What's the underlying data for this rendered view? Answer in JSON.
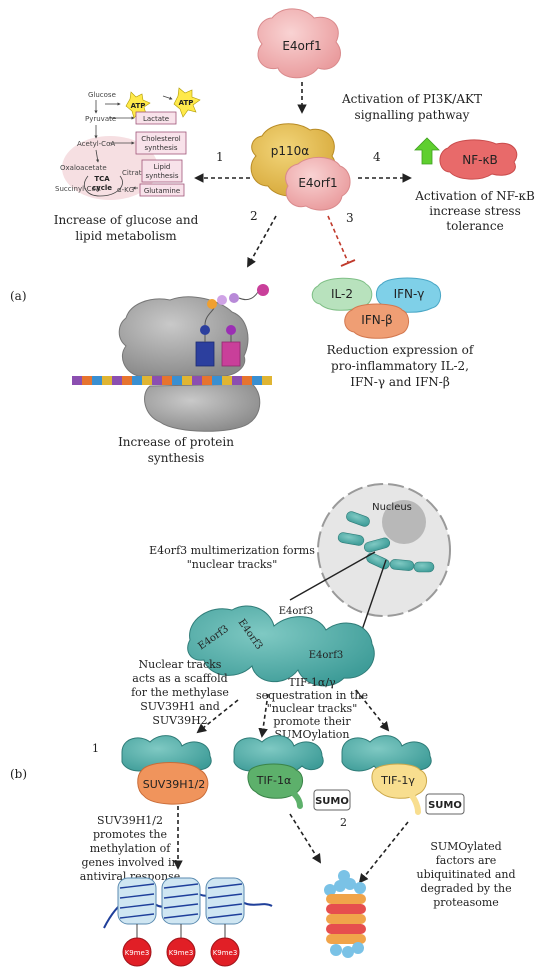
{
  "panel_a": {
    "label": "(a)",
    "e4orf1_top": "E4orf1",
    "pi3k_text": [
      "Activation of PI3K/AKT",
      "signalling pathway"
    ],
    "p110a": "p110α",
    "e4orf1_bound": "E4orf1",
    "num1": "1",
    "num2": "2",
    "num3": "3",
    "num4": "4",
    "nfkb": "NF-κB",
    "nfkb_text": [
      "Activation of NF-κB",
      "increase stress",
      "tolerance"
    ],
    "metabolism": {
      "glucose": "Glucose",
      "pyruvate": "Pyruvate",
      "acetyl": "Acetyl-CoA",
      "oxalo": "Oxaloacetate",
      "citrate": "Citrate",
      "succinyl": "Succinyl-CoA",
      "akg": "α-KG",
      "tca": [
        "TCA",
        "cycle"
      ],
      "atp": "ATP",
      "lactate": "Lactate",
      "cholesterol": [
        "Cholesterol",
        "synthesis"
      ],
      "lipid": [
        "Lipid",
        "synthesis"
      ],
      "glutamine": "Glutamine"
    },
    "metab_text": [
      "Increase of glucose and",
      "lipid metabolism"
    ],
    "il2": "IL-2",
    "ifng": "IFN-γ",
    "ifnb": "IFN-β",
    "cyto_text": [
      "Reduction expression of",
      "pro-inflammatory  IL-2,",
      "IFN-γ and IFN-β"
    ],
    "protein_text": [
      "Increase of protein",
      "synthesis"
    ]
  },
  "panel_b": {
    "label": "(b)",
    "nucleus": "Nucleus",
    "multimer_text": [
      "E4orf3 multimerization forms",
      "\"nuclear tracks\""
    ],
    "e4orf3": "E4orf3",
    "scaffold_text": [
      "Nuclear tracks",
      "acts as a scaffold",
      "for the methylase",
      "SUV39H1 and",
      "SUV39H2"
    ],
    "tif_text": [
      "TIF-1α/γ",
      "sequestration in the",
      "\"nuclear tracks\"",
      "promote their",
      "SUMOylation"
    ],
    "num1": "1",
    "num2": "2",
    "suv": "SUV39H1/2",
    "tif1a": "TIF-1α",
    "tif1g": "TIF-1γ",
    "sumo": "SUMO",
    "suv_text": [
      "SUV39H1/2",
      "promotes the",
      "methylation of",
      "genes involved in",
      "antiviral response"
    ],
    "k9": "K9me3",
    "sumo_text": [
      "SUMOylated",
      "factors are",
      "ubiquitinated and",
      "degraded by the",
      "proteasome"
    ]
  }
}
